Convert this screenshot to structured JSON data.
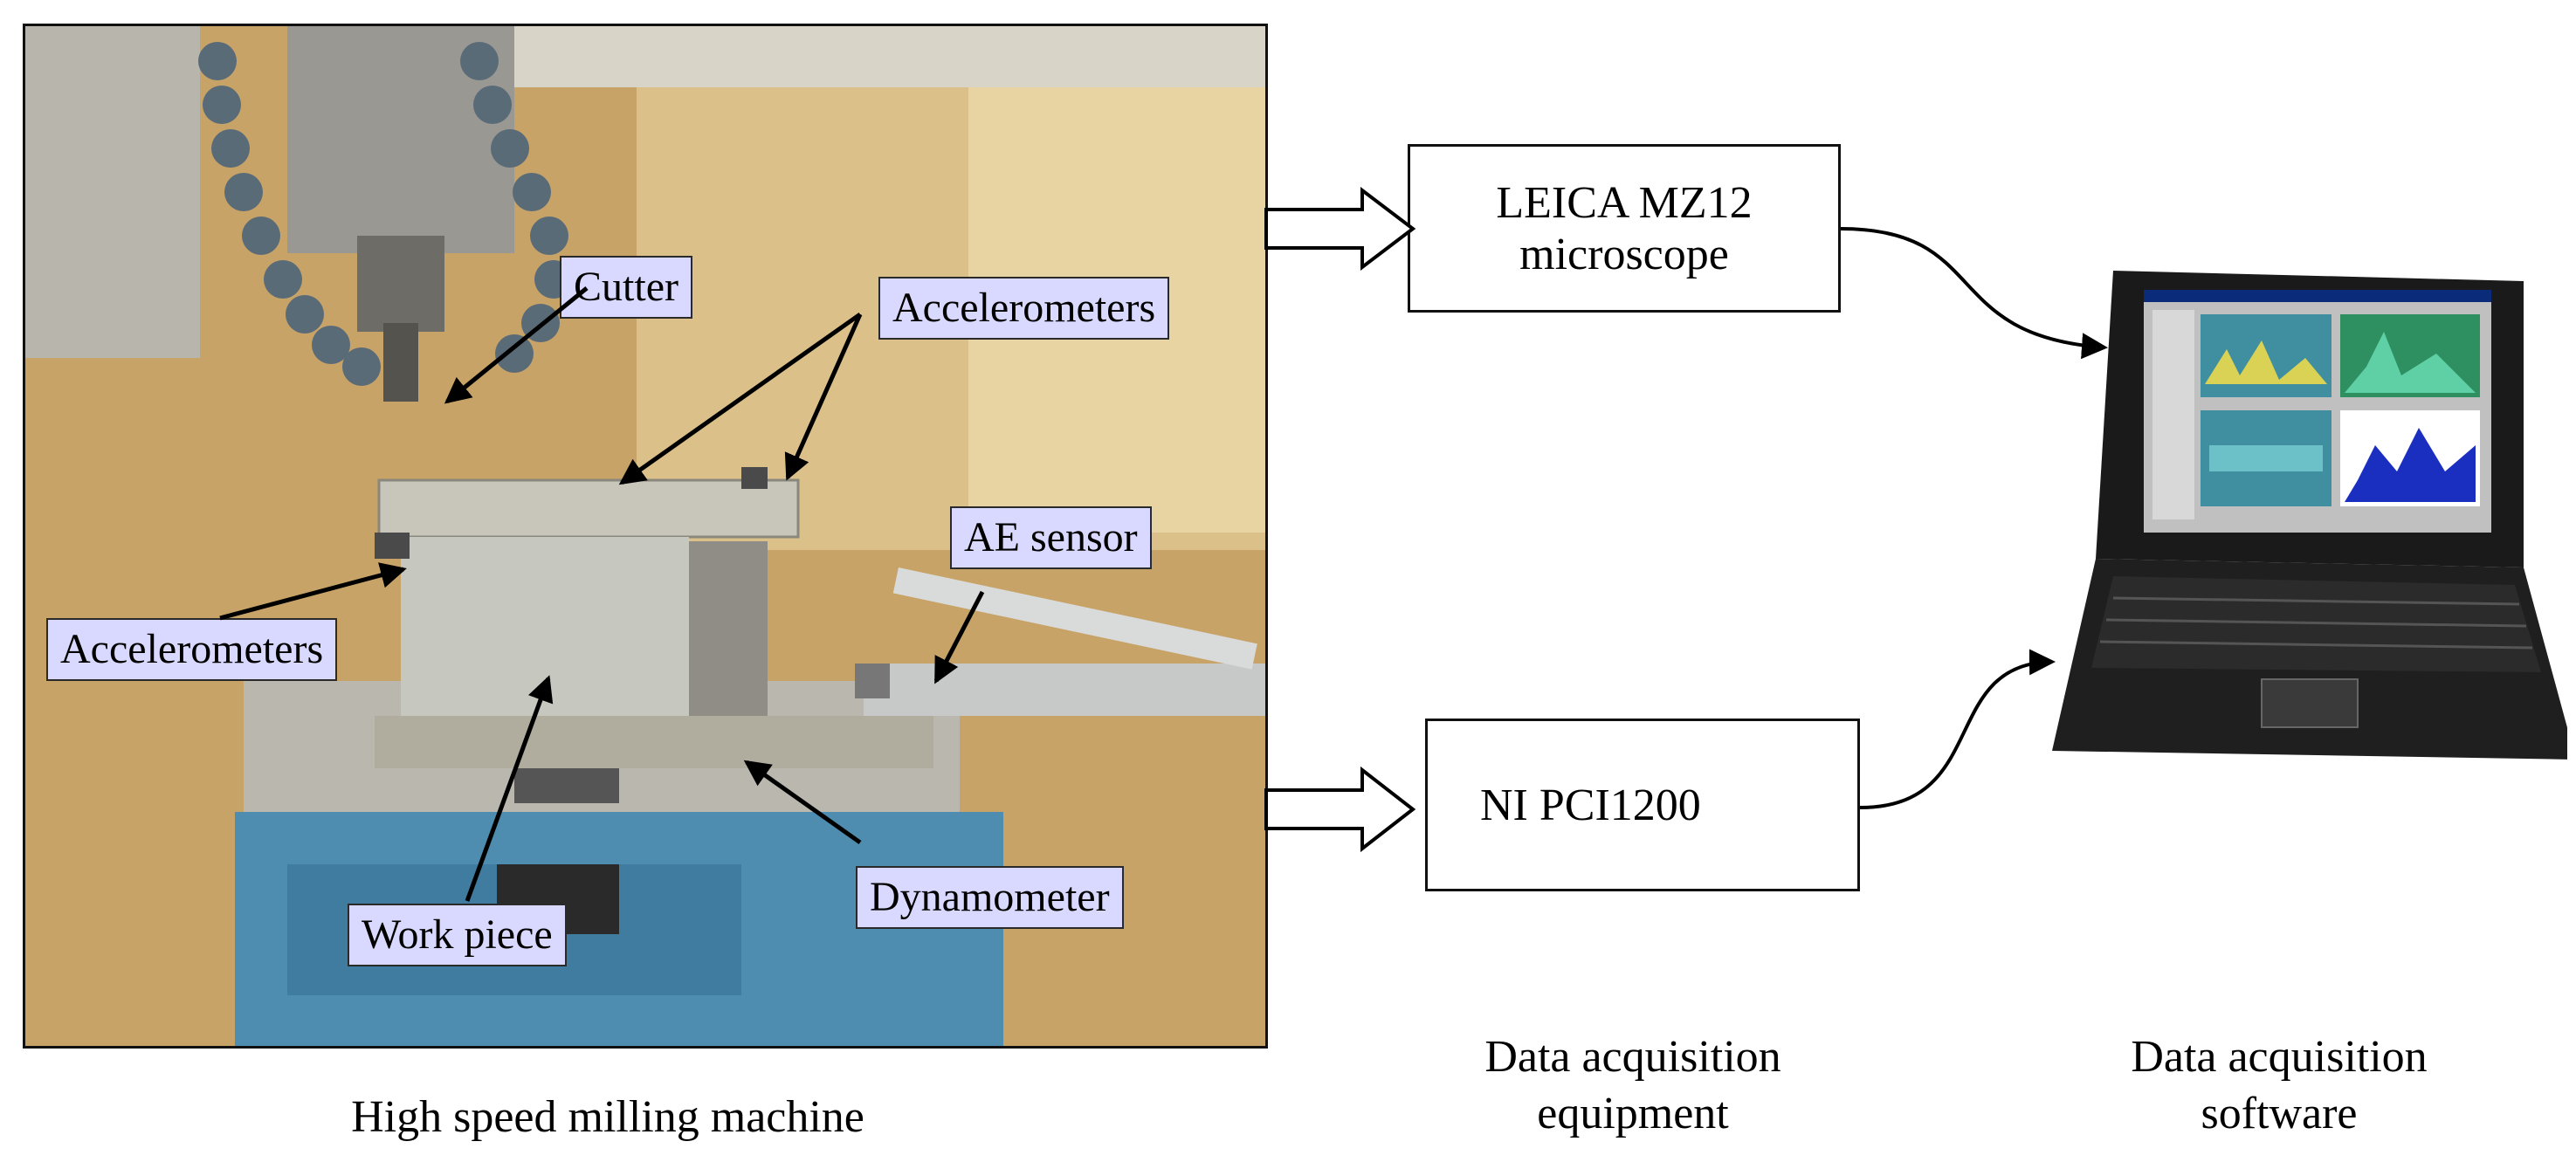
{
  "machine": {
    "caption": "High speed milling machine",
    "labels": {
      "cutter": "Cutter",
      "accelerometers_top": "Accelerometers",
      "accelerometers_left": "Accelerometers",
      "ae_sensor": "AE sensor",
      "work_piece": "Work piece",
      "dynamometer": "Dynamometer"
    }
  },
  "equipment": {
    "microscope": {
      "line1": "LEICA MZ12",
      "line2": "microscope"
    },
    "daq_card": {
      "label": "NI PCI1200"
    },
    "caption_line1": "Data acquisition",
    "caption_line2": "equipment"
  },
  "software": {
    "caption_line1": "Data acquisition",
    "caption_line2": "software"
  },
  "colors": {
    "callout_fill": "#d9d9ff",
    "laptop_body": "#1a1a1a",
    "laptop_screen": "#4a7cc8"
  }
}
